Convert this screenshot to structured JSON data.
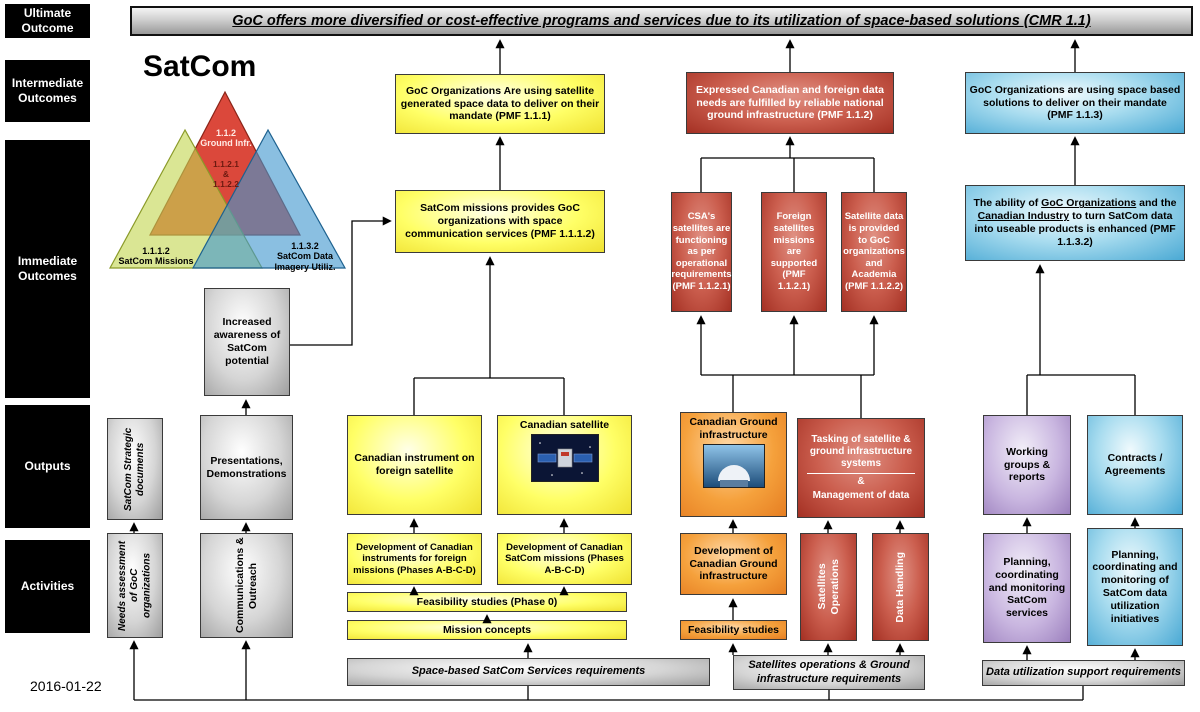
{
  "date": "2016-01-22",
  "title": "SatCom",
  "banner": "GoC offers more diversified or cost-effective programs and services due to its utilization of space-based solutions (CMR 1.1)",
  "rows": {
    "ultimate": "Ultimate\nOutcome",
    "intermediate": "Intermediate\nOutcomes",
    "immediate": "Immediate\nOutcomes",
    "outputs": "Outputs",
    "activities": "Activities"
  },
  "venn": {
    "top": "1.1.2\nGround Infr.",
    "center": "1.1.2.1\n&\n1.1.2.2",
    "left": "1.1.1.2\nSatCom Missions",
    "right": "1.1.3.2\nSatCom Data\nImagery Utiliz."
  },
  "intermediate": {
    "satdata": "GoC  Organizations Are using satellite generated space data to deliver on their mandate (PMF 1.1.1)",
    "ground": "Expressed Canadian and foreign data needs are fulfilled by reliable national ground infrastructure (PMF 1.1.2)",
    "space": "GoC Organizations are using space based solutions to deliver on their mandate (PMF 1.1.3)"
  },
  "immediate": {
    "satcom_missions": "SatCom missions provides GoC organizations with space communication services (PMF 1.1.1.2)",
    "csa_sats": "CSA's satellites are functioning as per operational requirements (PMF 1.1.2.1)",
    "foreign_sats": "Foreign satellites missions are supported (PMF 1.1.2.1)",
    "sat_data": "Satellite data is provided to GoC organizations and Academia (PMF 1.1.2.2)",
    "ability": {
      "p1": "The ability of ",
      "u1": "GoC Organizations",
      "p2": " and the ",
      "u2": "Canadian Industry",
      "p3": " to turn SatCom data into useable products is enhanced (PMF 1.1.3.2)"
    }
  },
  "awareness": "Increased awareness of SatCom potential",
  "outputs": {
    "strategic_docs": "SatCom Strategic documents",
    "presentations": "Presentations, Demonstrations",
    "instrument": "Canadian instrument on foreign satellite",
    "satellite": "Canadian satellite",
    "ground_infra": "Canadian Ground infrastructure",
    "tasking": {
      "l1": "Tasking of satellite & ground infrastructure systems",
      "amp": "&",
      "l2": "Management of data"
    },
    "working_groups": "Working groups & reports",
    "contracts": "Contracts / Agreements"
  },
  "activities": {
    "needs": "Needs assessment of GoC organizations",
    "comms": "Communications & Outreach",
    "dev_instruments": "Development of Canadian instruments for foreign missions (Phases A-B-C-D)",
    "dev_missions": "Development of Canadian SatCom missions (Phases A-B-C-D)",
    "feasibility_yellow": "Feasibility studies (Phase 0)",
    "mission_concepts": "Mission concepts",
    "dev_ground": "Development of Canadian Ground infrastructure",
    "feasibility_orange": "Feasibility studies",
    "sat_ops": "Satellites\nOperations",
    "data_handling": "Data Handling",
    "planning_services": "Planning, coordinating and monitoring SatCom services",
    "planning_data": "Planning, coordinating and monitoring of SatCom data utilization initiatives"
  },
  "requirements": {
    "satcom": "Space-based SatCom Services requirements",
    "satops": "Satellites operations & Ground infrastructure requirements",
    "data": "Data utilization support requirements"
  },
  "colors": {
    "yellow": "#ffff55",
    "red": "#c0392b",
    "blue": "#55b8dd",
    "orange": "#f5a13c",
    "purple": "#b09cc9",
    "gray": "#c0c0c0",
    "black": "#000000"
  }
}
